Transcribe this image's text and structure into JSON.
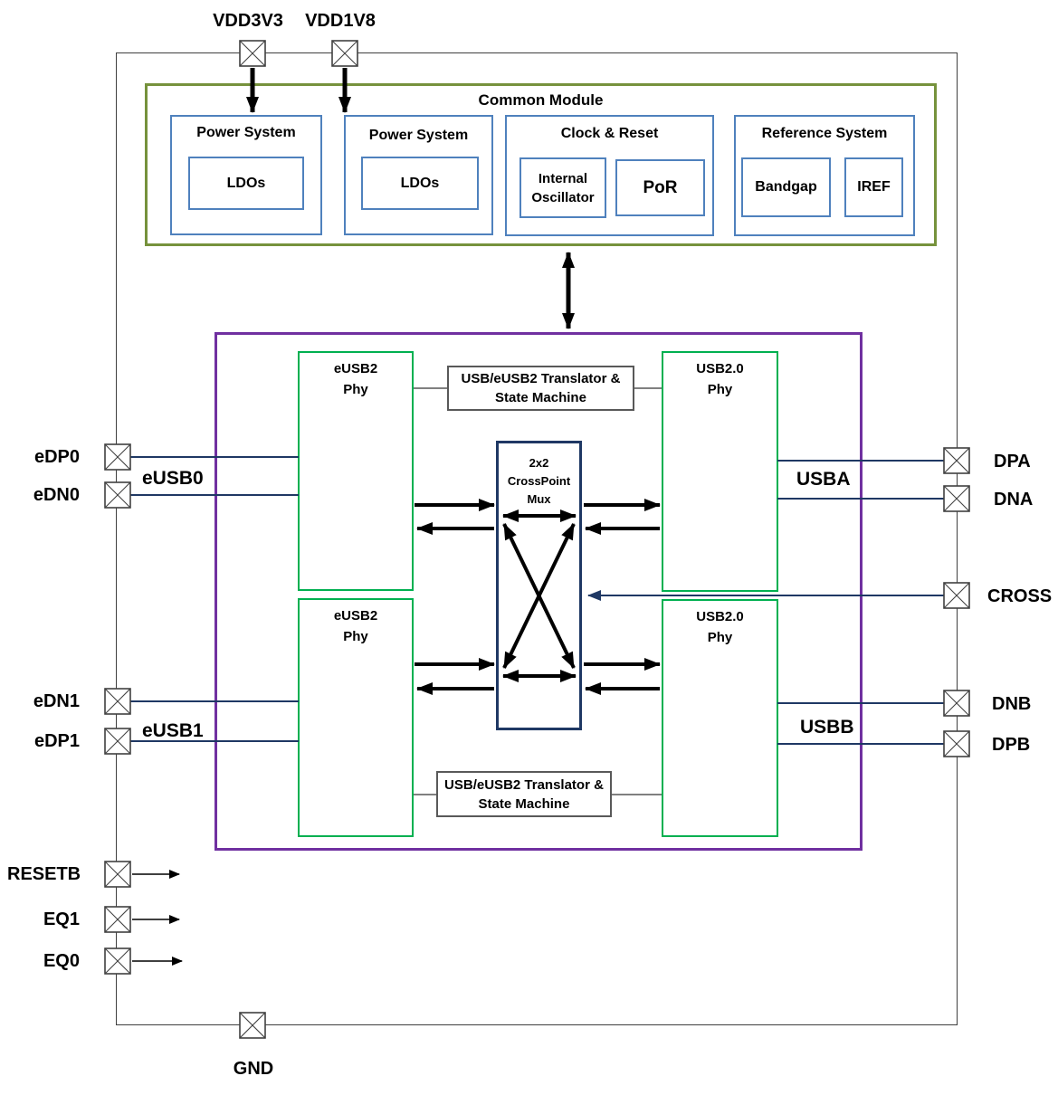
{
  "colors": {
    "chip_border": "#3f3f3f",
    "common_module_border": "#76923C",
    "inner_box_border": "#4F81BD",
    "phy_border": "#00B050",
    "core_border": "#7030A0",
    "mux_border": "#1F3864",
    "signal_line": "#1F3864",
    "translator_border": "#595959",
    "gray_line": "#808080",
    "arrow": "#000000"
  },
  "power_pins": [
    {
      "label": "VDD3V3"
    },
    {
      "label": "VDD1V8"
    }
  ],
  "common_module": {
    "label": "Common Module",
    "power_system_1": {
      "label": "Power System",
      "sub": "LDOs"
    },
    "power_system_2": {
      "label": "Power System",
      "sub": "LDOs"
    },
    "clock_reset": {
      "label": "Clock & Reset",
      "sub1": "Internal\nOscillator",
      "sub2": "PoR"
    },
    "reference_system": {
      "label": "Reference System",
      "sub1": "Bandgap",
      "sub2": "IREF"
    }
  },
  "core": {
    "eusb2_phy_a": "eUSB2\nPhy",
    "eusb2_phy_b": "eUSB2\nPhy",
    "usb2_phy_a": "USB2.0\nPhy",
    "usb2_phy_b": "USB2.0\nPhy",
    "translator_a": "USB/eUSB2 Translator &\nState Machine",
    "translator_b": "USB/eUSB2 Translator &\nState Machine",
    "mux": "2x2\nCrossPoint\nMux"
  },
  "left_pins": [
    {
      "label": "eDP0"
    },
    {
      "label": "eDN0"
    },
    {
      "label": "eDN1"
    },
    {
      "label": "eDP1"
    },
    {
      "label": "RESETB"
    },
    {
      "label": "EQ1"
    },
    {
      "label": "EQ0"
    }
  ],
  "right_pins": [
    {
      "label": "DPA"
    },
    {
      "label": "DNA"
    },
    {
      "label": "CROSS"
    },
    {
      "label": "DNB"
    },
    {
      "label": "DPB"
    }
  ],
  "bottom_pins": [
    {
      "label": "GND"
    }
  ],
  "bus_labels": {
    "eusb0": "eUSB0",
    "eusb1": "eUSB1",
    "usba": "USBA",
    "usbb": "USBB"
  }
}
